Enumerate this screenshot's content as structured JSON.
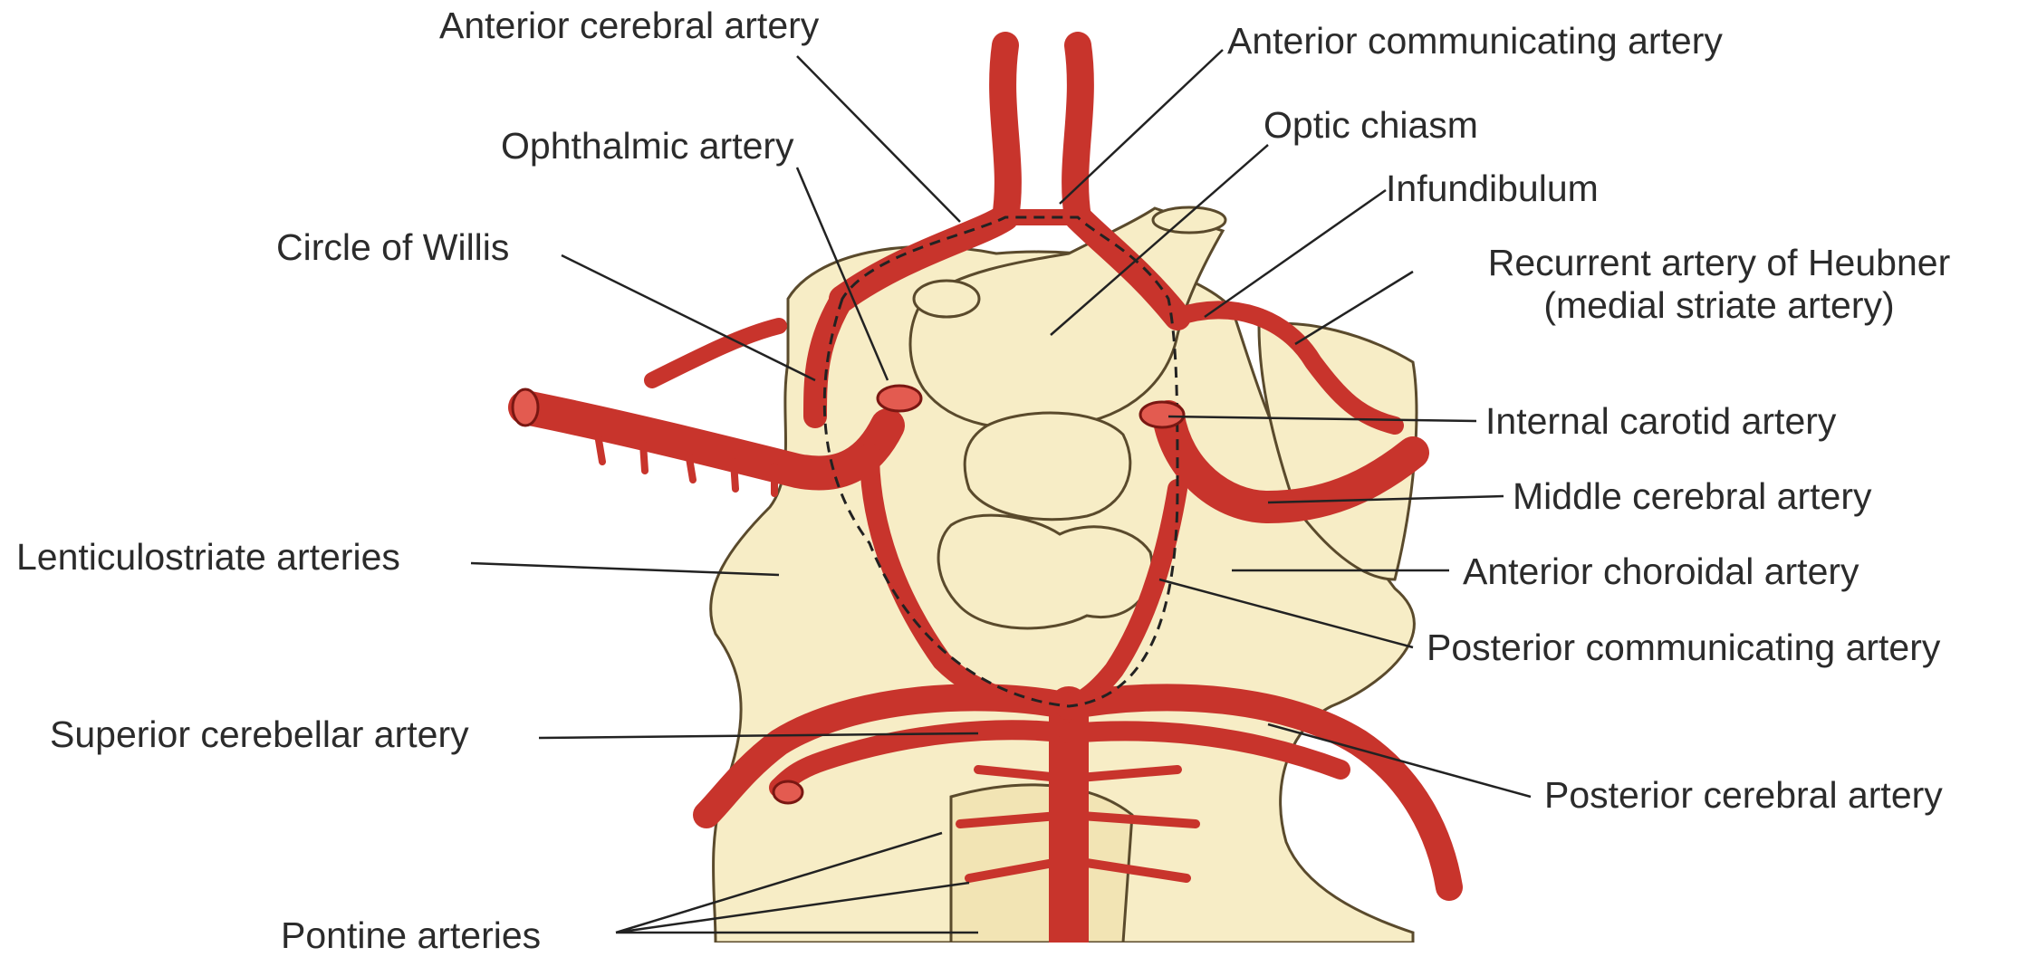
{
  "labels": {
    "anterior_cerebral": "Anterior cerebral artery",
    "anterior_communicating": "Anterior communicating artery",
    "optic_chiasm": "Optic chiasm",
    "ophthalmic": "Ophthalmic artery",
    "infundibulum": "Infundibulum",
    "circle_of_willis": "Circle of Willis",
    "recurrent_heubner_line1": "Recurrent artery of Heubner",
    "recurrent_heubner_line2": "(medial striate artery)",
    "internal_carotid": "Internal carotid artery",
    "middle_cerebral": "Middle cerebral artery",
    "lenticulostriate": "Lenticulostriate arteries",
    "anterior_choroidal": "Anterior choroidal artery",
    "posterior_communicating": "Posterior communicating artery",
    "superior_cerebellar": "Superior cerebellar artery",
    "posterior_cerebral": "Posterior cerebral artery",
    "pontine": "Pontine arteries"
  },
  "colors": {
    "artery": "#c8342c",
    "artery_outline": "#7a1712",
    "tissue": "#f7edc6",
    "tissue_outline": "#5a4a2c",
    "leader": "#222222",
    "label_text": "#2b2b2b"
  }
}
